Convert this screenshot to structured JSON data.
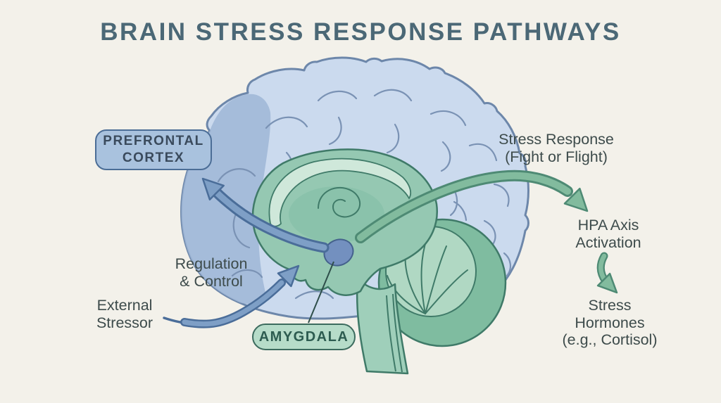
{
  "title": "BRAIN STRESS RESPONSE PATHWAYS",
  "diagram": {
    "type": "anatomical-pathway-diagram",
    "subject": "sagittal brain section",
    "boxes": {
      "prefrontal_cortex": "PREFRONTAL\nCORTEX",
      "amygdala": "AMYGDALA"
    },
    "annotations": {
      "stress_response": "Stress Response\n(Fight or Flight)",
      "hpa_axis": "HPA Axis\nActivation",
      "stress_hormones": "Stress Hormones\n(e.g., Cortisol)",
      "regulation": "Regulation\n& Control",
      "external_stressor": "External\nStressor"
    },
    "pathways": [
      {
        "name": "stress-response-arrow",
        "from": "amygdala",
        "to": "HPA Axis Activation",
        "color": "green"
      },
      {
        "name": "hpa-to-hormones-arrow",
        "from": "HPA Axis Activation",
        "to": "Stress Hormones",
        "color": "green"
      },
      {
        "name": "regulation-arrow",
        "from": "amygdala region",
        "to": "prefrontal cortex",
        "color": "blue"
      },
      {
        "name": "external-stressor-arrow",
        "from": "External Stressor",
        "to": "amygdala",
        "color": "blue"
      }
    ]
  },
  "colors": {
    "background": "#f3f1ea",
    "title_text": "#4b6876",
    "label_text": "#3d4b4b",
    "cortex_fill": "#cbdaee",
    "cortex_outline": "#6d87aa",
    "prefrontal_shade": "#9fb6d6",
    "prefrontal_box_fill": "#a9c2de",
    "prefrontal_box_border": "#4b6d96",
    "limbic_fill": "#95c8b2",
    "limbic_outline": "#3f7a68",
    "limbic_light": "#cfe8da",
    "cerebellum_outer": "#7fbca0",
    "cerebellum_inner": "#b0d8c3",
    "brainstem_fill": "#9fcfba",
    "amygdala_fill": "#7390bf",
    "amygdala_box_fill": "#b6dcc9",
    "amygdala_box_border": "#3c6b5e",
    "green_arrow": "#82bb9e",
    "green_arrow_outline": "#4e8a74",
    "blue_arrow": "#7e9fc6",
    "blue_arrow_outline": "#4a6d99"
  }
}
